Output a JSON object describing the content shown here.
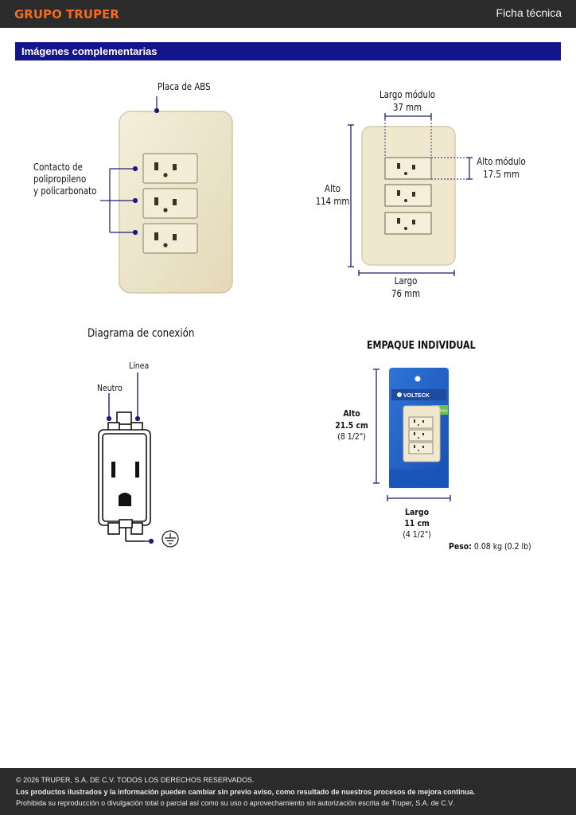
{
  "header": {
    "brand": "GRUPO TRUPER",
    "doc_type": "Ficha técnica"
  },
  "section": {
    "title": "Imágenes complementarias"
  },
  "product_callouts": {
    "plate": "Placa de ABS",
    "contact_line1": "Contacto de",
    "contact_line2": "polipropileno",
    "contact_line3": "y policarbonato"
  },
  "dimensions": {
    "module_length_label": "Largo módulo",
    "module_length_value": "37 mm",
    "module_height_label": "Alto módulo",
    "module_height_value": "17.5 mm",
    "height_label": "Alto",
    "height_value": "114 mm",
    "length_label": "Largo",
    "length_value": "76 mm"
  },
  "wiring": {
    "title": "Diagrama de conexión",
    "line_label": "Línea",
    "neutral_label": "Neutro"
  },
  "package": {
    "title": "EMPAQUE INDIVIDUAL",
    "brand_on_pack": "VOLTECK",
    "pack_tag": "ITALIANA",
    "height_label": "Alto",
    "height_cm": "21.5 cm",
    "height_in": "(8 1/2\")",
    "length_label": "Largo",
    "length_cm": "11 cm",
    "length_in": "(4 1/2\")",
    "weight_label": "Peso:",
    "weight_value": "0.08 kg (0.2 lb)"
  },
  "footer": {
    "copyright": "© 2026 TRUPER, S.A. DE C.V. TODOS LOS DERECHOS RESERVADOS.",
    "notice": "Los productos ilustrados y la información pueden cambiar sin previo aviso, como resultado de nuestros procesos de mejora continua.",
    "prohibition": "Prohibida su reproducción o divulgación total o parcial así como su uso o aprovechamiento sin autorización escrita de Truper, S.A. de C.V."
  },
  "colors": {
    "brand_orange": "#f26b21",
    "section_blue": "#14148c",
    "callout_navy": "#1e1e6e",
    "plate_cream": "#eee7cf",
    "pack_blue": "#1e5fc8"
  }
}
